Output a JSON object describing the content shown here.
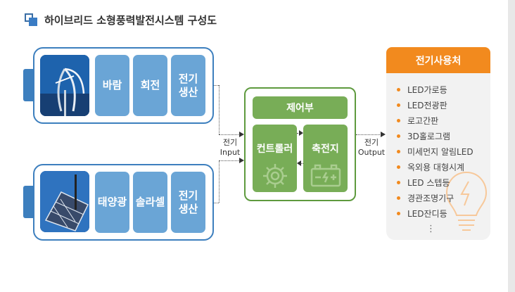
{
  "title": "하이브리드 소형풍력발전시스템 구성도",
  "wind_row": {
    "blocks": [
      "바람",
      "회전",
      "전기\n생산"
    ]
  },
  "solar_row": {
    "blocks": [
      "태양광",
      "솔라셀",
      "전기\n생산"
    ]
  },
  "input_label": "전기\nInput",
  "output_label": "전기\nOutput",
  "controller": {
    "header": "제어부",
    "left": "컨트롤러",
    "right": "축전지"
  },
  "uses": {
    "header": "전기사용처",
    "items": [
      "LED가로등",
      "LED전광판",
      "로고간판",
      "3D홀로그램",
      "미세먼지 알림LED",
      "옥외용 대형시계",
      "LED 스텝등",
      "경관조명기구",
      "LED잔디등"
    ],
    "more": "⋮"
  },
  "colors": {
    "blue": "#3d7fbe",
    "block_blue": "#6aa5d6",
    "green": "#78ad57",
    "orange": "#f28a1e"
  }
}
